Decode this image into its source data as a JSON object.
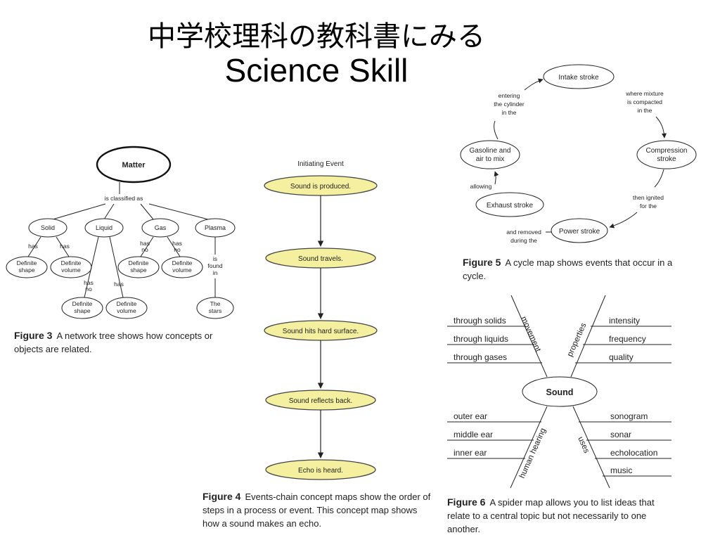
{
  "title": {
    "line1": "中学校理科の教科書にみる",
    "line2": "Science Skill"
  },
  "figure3": {
    "root": "Matter",
    "root_link": "is classified as",
    "nodes": [
      "Solid",
      "Liquid",
      "Gas",
      "Plasma"
    ],
    "solid": {
      "has1": "has",
      "has2": "has",
      "leaf1": [
        "Definite",
        "shape"
      ],
      "leaf2": [
        "Definite",
        "volume"
      ]
    },
    "liquid": {
      "has1": [
        "has",
        "no"
      ],
      "has2": "has",
      "leaf1": [
        "Definite",
        "shape"
      ],
      "leaf2": [
        "Definite",
        "volume"
      ]
    },
    "gas": {
      "has1": [
        "has",
        "no"
      ],
      "has2": [
        "has",
        "no"
      ],
      "leaf1": [
        "Definite",
        "shape"
      ],
      "leaf2": [
        "Definite",
        "volume"
      ]
    },
    "plasma": {
      "link": [
        "is",
        "found",
        "in"
      ],
      "leaf": [
        "The",
        "stars"
      ]
    },
    "caption_label": "Figure 3",
    "caption_text": "A network tree shows how concepts or objects are related."
  },
  "figure4": {
    "header": "Initiating Event",
    "steps": [
      "Sound is produced.",
      "Sound travels.",
      "Sound hits hard surface.",
      "Sound reflects back.",
      "Echo is heard."
    ],
    "caption_label": "Figure 4",
    "caption_text": "Events-chain concept maps show the order of steps in a process or event. This concept map shows how a sound makes an echo."
  },
  "figure5": {
    "nodes": {
      "intake": "Intake stroke",
      "compression": [
        "Compression",
        "stroke"
      ],
      "power": "Power stroke",
      "exhaust": "Exhaust stroke",
      "gasoline": [
        "Gasoline and",
        "air to mix"
      ]
    },
    "links": {
      "mixture": [
        "where mixture",
        "is compacted",
        "in the"
      ],
      "ignited": [
        "then ignited",
        "for the"
      ],
      "removed": [
        "and removed",
        "during the"
      ],
      "allowing": "allowing",
      "entering": [
        "entering",
        "the cylinder",
        "in the"
      ]
    },
    "caption_label": "Figure 5",
    "caption_text": "A cycle map shows events that occur in a cycle."
  },
  "figure6": {
    "center": "Sound",
    "branches": {
      "movement": "movement",
      "properties": "properties",
      "hearing": "human hearing",
      "uses": "uses"
    },
    "movement_items": [
      "through solids",
      "through liquids",
      "through gases"
    ],
    "properties_items": [
      "intensity",
      "frequency",
      "quality"
    ],
    "hearing_items": [
      "outer ear",
      "middle ear",
      "inner ear"
    ],
    "uses_items": [
      "sonogram",
      "sonar",
      "echolocation",
      "music"
    ],
    "caption_label": "Figure 6",
    "caption_text": "A spider map allows you to list ideas that relate to a central topic but not necessarily to one another."
  }
}
